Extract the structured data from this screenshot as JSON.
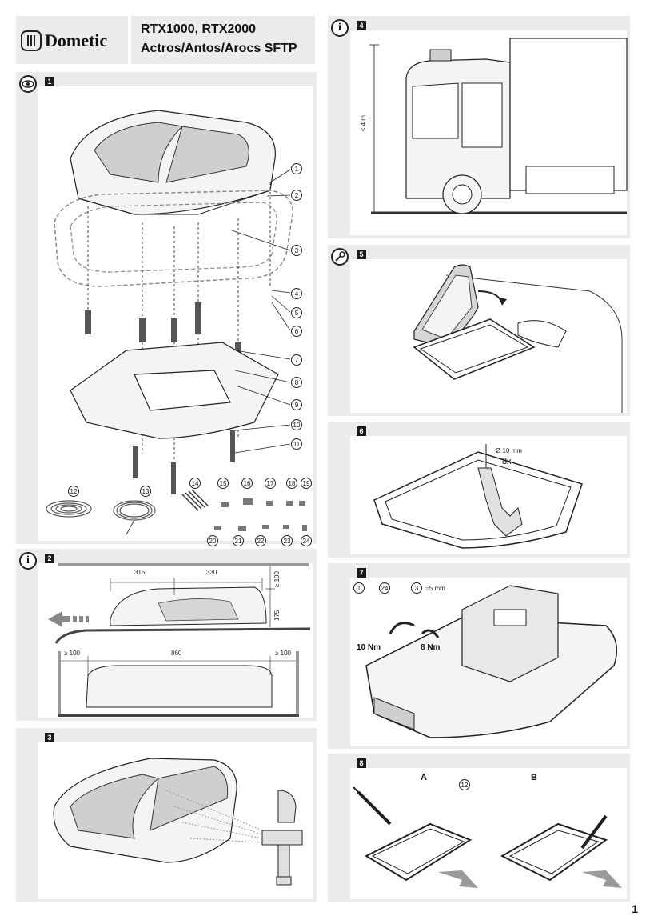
{
  "header": {
    "brand": "Dometic",
    "model_line1": "RTX1000, RTX2000",
    "model_line2": "Actros/Antos/Arocs SFTP"
  },
  "steps": {
    "s1": "1",
    "s2": "2",
    "s3": "3",
    "s4": "4",
    "s5": "5",
    "s6": "6",
    "s7": "7",
    "s8": "8"
  },
  "step1": {
    "callouts": [
      "1",
      "2",
      "3",
      "4",
      "5",
      "6",
      "7",
      "8",
      "9",
      "10",
      "11",
      "12",
      "13",
      "14",
      "15",
      "16",
      "17",
      "18",
      "19",
      "20",
      "21",
      "22",
      "23",
      "24"
    ]
  },
  "step2": {
    "dim_315": "315",
    "dim_330": "330",
    "dim_100_right": "≥ 100",
    "dim_175": "175",
    "dim_860": "860",
    "dim_left_100": "≥ 100",
    "dim_right_100": "≥ 100"
  },
  "step4": {
    "height_label": "≤ 4 m"
  },
  "step6": {
    "drill_size": "Ø  10 mm",
    "count": "8x"
  },
  "step7": {
    "callout_1": "1",
    "callout_24": "24",
    "callout_3": "3",
    "wrench_size": "○5 mm",
    "torque_left": "10 Nm",
    "torque_right": "8 Nm"
  },
  "step8": {
    "label_a": "A",
    "label_b": "B",
    "callout_12": "12"
  },
  "page_number": "1"
}
